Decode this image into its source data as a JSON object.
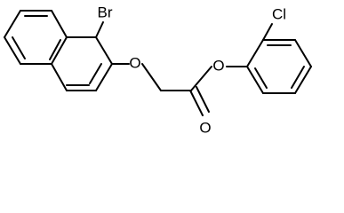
{
  "molecule": {
    "atom_labels": {
      "br": "Br",
      "o_ether": "O",
      "o_ester": "O",
      "o_carbonyl": "O",
      "cl": "Cl"
    }
  },
  "colors": {
    "bond": "#000000",
    "background": "#ffffff"
  }
}
